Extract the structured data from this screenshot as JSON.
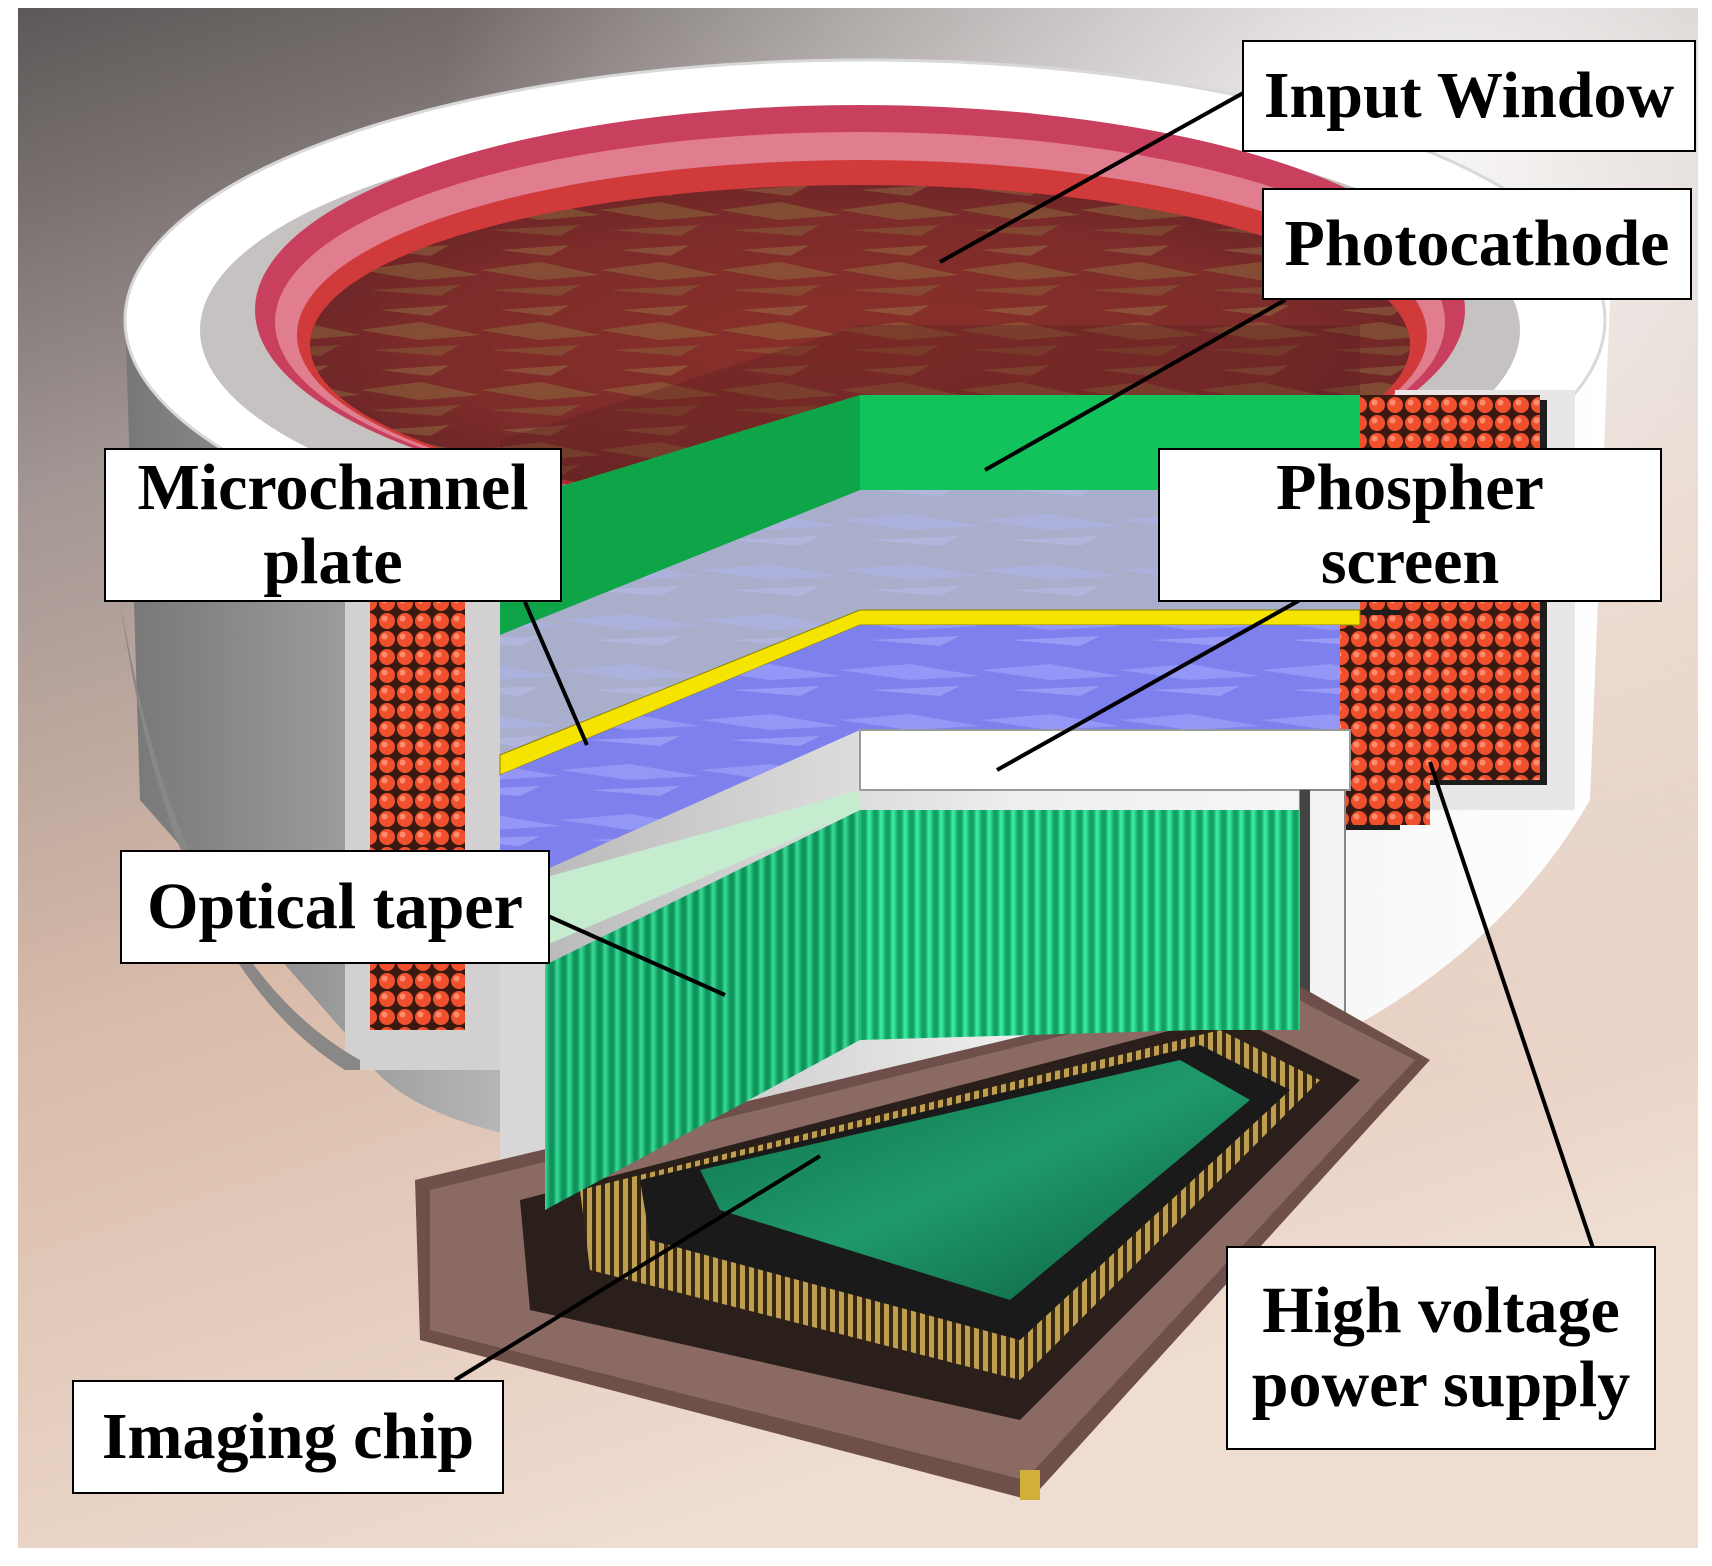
{
  "diagram": {
    "labels": {
      "input_window": "Input Window",
      "photocathode": "Photocathode",
      "microchannel_plate": [
        "Microchannel",
        "plate"
      ],
      "phospher_screen": [
        "Phospher",
        "screen"
      ],
      "optical_taper": "Optical taper",
      "high_voltage_power_supply": [
        "High voltage",
        "power supply"
      ],
      "imaging_chip": "Imaging chip"
    },
    "colors": {
      "background_gradient": [
        "#6f6a6a",
        "#d9b9a8",
        "#f2dfd2"
      ],
      "housing": "#f0efef",
      "input_window_rim": "#c9405e",
      "window_face": "#8b2f2f",
      "photocathode": "#12c25a",
      "mcp": "#a9aecb",
      "yellow_layer": "#f4e400",
      "phosphor": "#7e80ee",
      "taper_fibers": "#26d890",
      "coils": "#f0502e",
      "chip_package": "#6f4f49",
      "chip_sensor": "#1a8f5f"
    }
  }
}
